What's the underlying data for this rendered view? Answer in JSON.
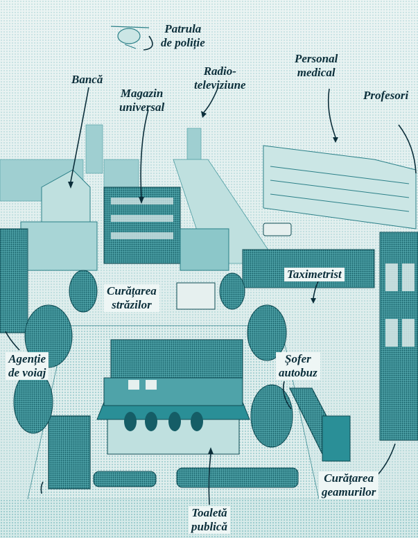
{
  "labels": {
    "patrula": "Patrula\nde poliție",
    "banca": "Bancă",
    "radio": "Radio-\nteleviziune",
    "medical": "Personal\nmedical",
    "magazin": "Magazin\nuniversal",
    "profesori": "Profesori",
    "taximetrist": "Taximetrist",
    "curatarea_strazilor": "Curățarea\nstrăzilor",
    "agentie": "Agenție\nde voiaj",
    "sofer": "Șofer\nautobuz",
    "curatarea_geamurilor": "Curățarea\ngeamurilor",
    "toaleta": "Toaletă\npublică"
  },
  "colors": {
    "paper": "#e6f0ef",
    "teal": "#2a8f97",
    "dark_teal": "#155d66",
    "ink": "#0b2e3a"
  }
}
